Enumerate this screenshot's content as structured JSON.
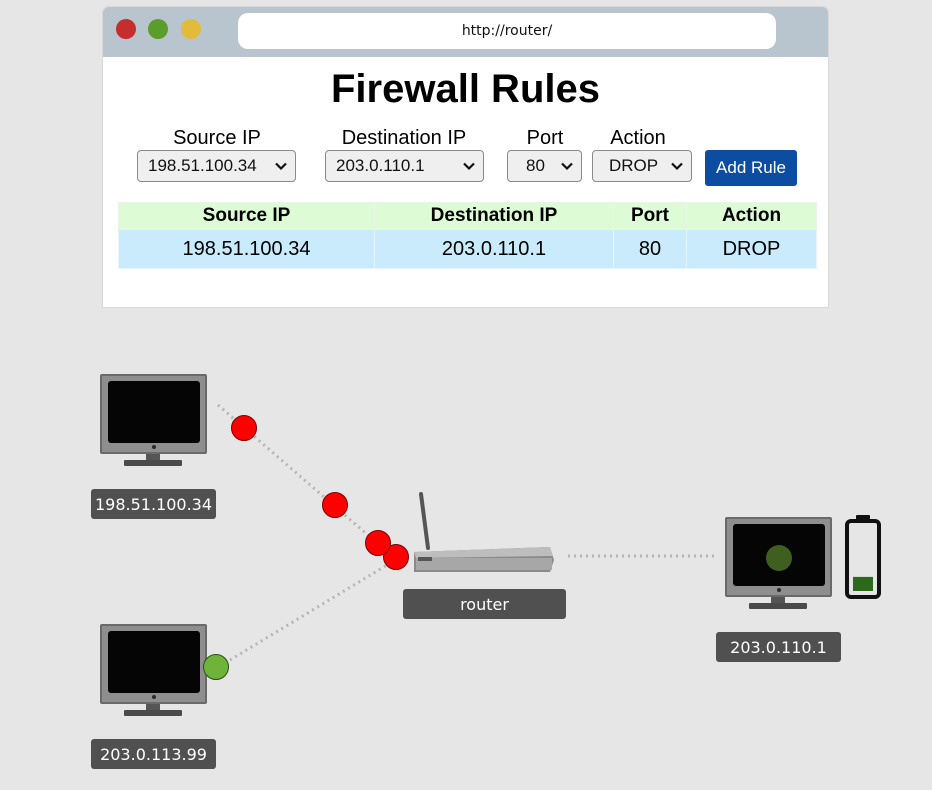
{
  "browser": {
    "url": "http://router/"
  },
  "page": {
    "title": "Firewall Rules"
  },
  "form": {
    "source_label": "Source IP",
    "destination_label": "Destination IP",
    "port_label": "Port",
    "action_label": "Action",
    "source_value": "198.51.100.34",
    "destination_value": "203.0.110.1",
    "port_value": "80",
    "action_value": "DROP",
    "add_button_label": "Add Rule"
  },
  "rules_table": {
    "headers": [
      "Source IP",
      "Destination IP",
      "Port",
      "Action"
    ],
    "rows": [
      [
        "198.51.100.34",
        "203.0.110.1",
        "80",
        "DROP"
      ]
    ]
  },
  "network": {
    "hosts": {
      "host_top_left": "198.51.100.34",
      "host_bottom_left": "203.0.113.99",
      "router": "router",
      "server": "203.0.110.1"
    },
    "battery_level": 0.22,
    "colors": {
      "blocked_packet": "#ff0000",
      "allowed_packet": "#6fb33a",
      "server_indicator": "#3e5f1f",
      "battery_fill": "#2a6a1a",
      "label_bg": "#505050",
      "button_accent": "#0c4da2"
    },
    "icons": {
      "computer": "monitor-icon",
      "router": "router-icon",
      "battery": "battery-icon"
    }
  }
}
